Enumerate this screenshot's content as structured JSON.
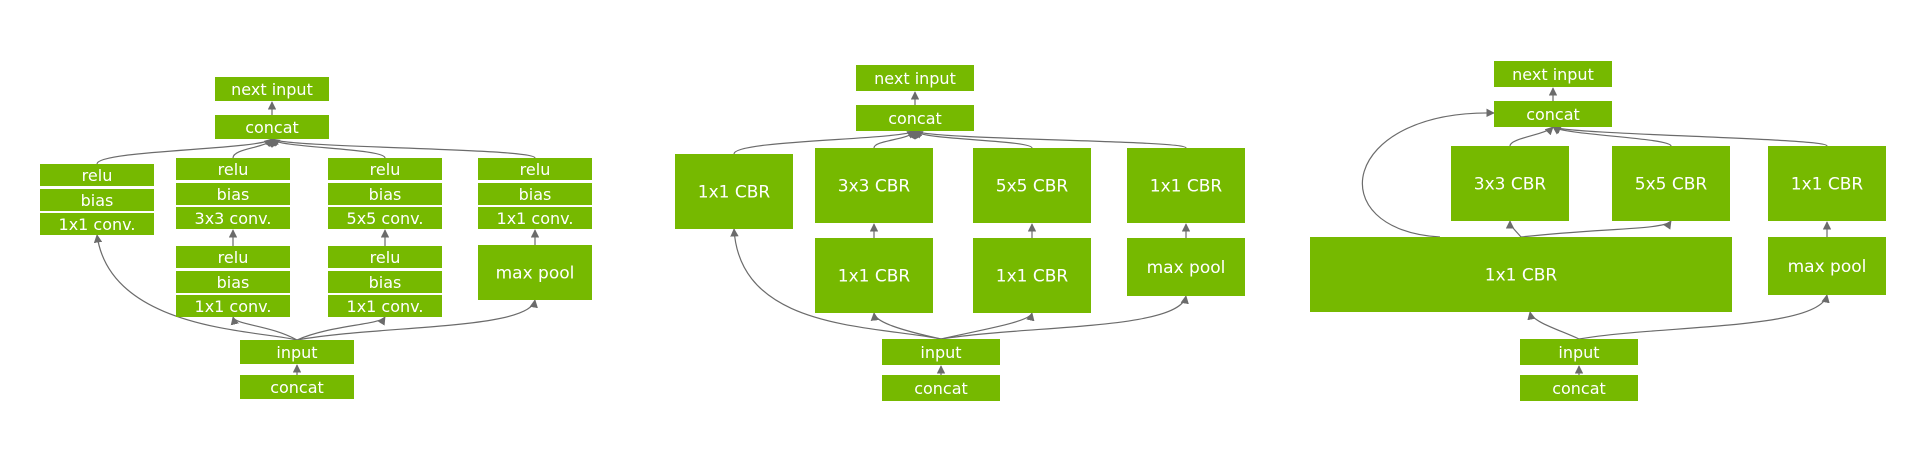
{
  "theme": {
    "box_fill": "#76b900",
    "box_text": "#ffffff",
    "edge_color": "#6b6b6b"
  },
  "diagrams": [
    {
      "id": "diagram-1",
      "nodes": [
        {
          "id": "d1-concat-in",
          "label": "concat"
        },
        {
          "id": "d1-input",
          "label": "input"
        },
        {
          "id": "d1-b1-conv",
          "label": "1x1 conv."
        },
        {
          "id": "d1-b1-bias",
          "label": "bias"
        },
        {
          "id": "d1-b1-relu",
          "label": "relu"
        },
        {
          "id": "d1-b2-conv1",
          "label": "1x1 conv."
        },
        {
          "id": "d1-b2-bias1",
          "label": "bias"
        },
        {
          "id": "d1-b2-relu1",
          "label": "relu"
        },
        {
          "id": "d1-b2-conv3",
          "label": "3x3 conv."
        },
        {
          "id": "d1-b2-bias3",
          "label": "bias"
        },
        {
          "id": "d1-b2-relu3",
          "label": "relu"
        },
        {
          "id": "d1-b3-conv1",
          "label": "1x1 conv."
        },
        {
          "id": "d1-b3-bias1",
          "label": "bias"
        },
        {
          "id": "d1-b3-relu1",
          "label": "relu"
        },
        {
          "id": "d1-b3-conv5",
          "label": "5x5 conv."
        },
        {
          "id": "d1-b3-bias5",
          "label": "bias"
        },
        {
          "id": "d1-b3-relu5",
          "label": "relu"
        },
        {
          "id": "d1-b4-pool",
          "label": "max pool"
        },
        {
          "id": "d1-b4-conv",
          "label": "1x1 conv."
        },
        {
          "id": "d1-b4-bias",
          "label": "bias"
        },
        {
          "id": "d1-b4-relu",
          "label": "relu"
        },
        {
          "id": "d1-concat-out",
          "label": "concat"
        },
        {
          "id": "d1-next",
          "label": "next input"
        }
      ]
    },
    {
      "id": "diagram-2",
      "nodes": [
        {
          "id": "d2-concat-in",
          "label": "concat"
        },
        {
          "id": "d2-input",
          "label": "input"
        },
        {
          "id": "d2-b1",
          "label": "1x1 CBR"
        },
        {
          "id": "d2-b2-1x1",
          "label": "1x1 CBR"
        },
        {
          "id": "d2-b2-3x3",
          "label": "3x3 CBR"
        },
        {
          "id": "d2-b3-1x1",
          "label": "1x1 CBR"
        },
        {
          "id": "d2-b3-5x5",
          "label": "5x5 CBR"
        },
        {
          "id": "d2-b4-pool",
          "label": "max pool"
        },
        {
          "id": "d2-b4-1x1",
          "label": "1x1 CBR"
        },
        {
          "id": "d2-concat-out",
          "label": "concat"
        },
        {
          "id": "d2-next",
          "label": "next input"
        }
      ]
    },
    {
      "id": "diagram-3",
      "nodes": [
        {
          "id": "d3-concat-in",
          "label": "concat"
        },
        {
          "id": "d3-input",
          "label": "input"
        },
        {
          "id": "d3-merged",
          "label": "1x1 CBR"
        },
        {
          "id": "d3-3x3",
          "label": "3x3 CBR"
        },
        {
          "id": "d3-5x5",
          "label": "5x5 CBR"
        },
        {
          "id": "d3-pool",
          "label": "max pool"
        },
        {
          "id": "d3-1x1",
          "label": "1x1 CBR"
        },
        {
          "id": "d3-concat-out",
          "label": "concat"
        },
        {
          "id": "d3-next",
          "label": "next input"
        }
      ]
    }
  ]
}
